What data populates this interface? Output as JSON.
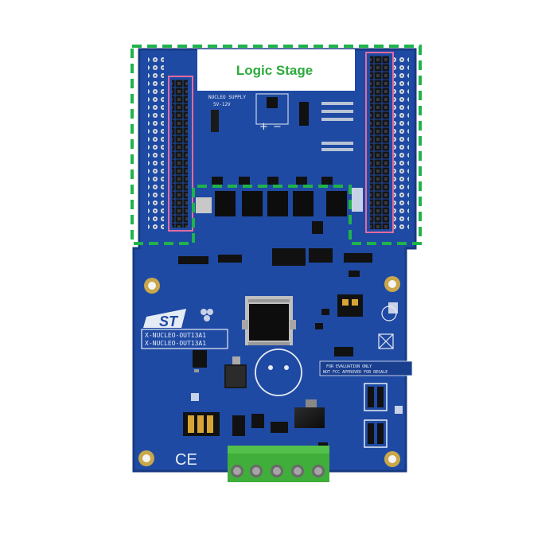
{
  "annotation": {
    "label": "Logic Stage",
    "label_color": "#2eaa3c",
    "border_color": "#1fb34a"
  },
  "board": {
    "color": "#1f4aa3",
    "text_lines": [
      "X-NUCLEO-OUT13A1",
      "X-NUCLEO-OUT13A1"
    ],
    "logo_name": "st-logo",
    "ce_mark": "CE",
    "compliance_text": [
      "FOR EVALUATION ONLY",
      "NOT FCC APPROVED FOR RESALE"
    ],
    "supply_text": [
      "NUCLEO SUPPLY",
      "5V-12V"
    ],
    "polarity": [
      "+",
      "−"
    ],
    "terminal_block_color": "#3fae3a"
  }
}
